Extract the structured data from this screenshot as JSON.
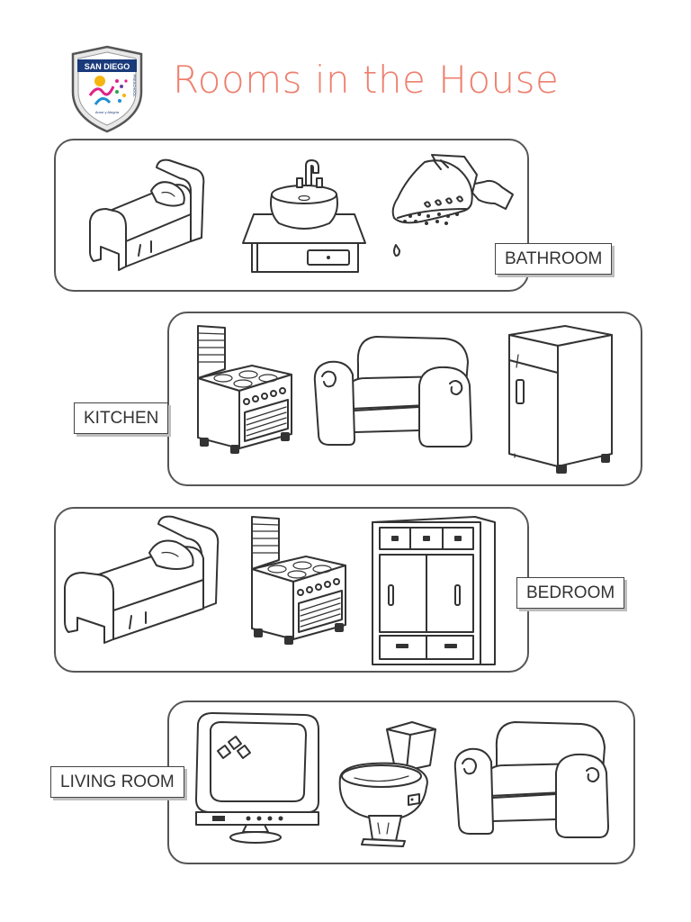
{
  "header": {
    "title": "Rooms in the House",
    "logo": {
      "line1": "SAN DIEGO",
      "line2": "PRESCHOOL",
      "tagline": "Amor y Alegría"
    }
  },
  "rows": [
    {
      "label": "BATHROOM",
      "items": [
        "bed-icon",
        "sink-icon",
        "shower-head-icon"
      ]
    },
    {
      "label": "KITCHEN",
      "items": [
        "stove-icon",
        "sofa-icon",
        "refrigerator-icon"
      ]
    },
    {
      "label": "BEDROOM",
      "items": [
        "bed-icon",
        "stove-icon",
        "wardrobe-icon"
      ]
    },
    {
      "label": "LIVING ROOM",
      "items": [
        "television-icon",
        "toilet-icon",
        "sofa-icon"
      ]
    }
  ]
}
